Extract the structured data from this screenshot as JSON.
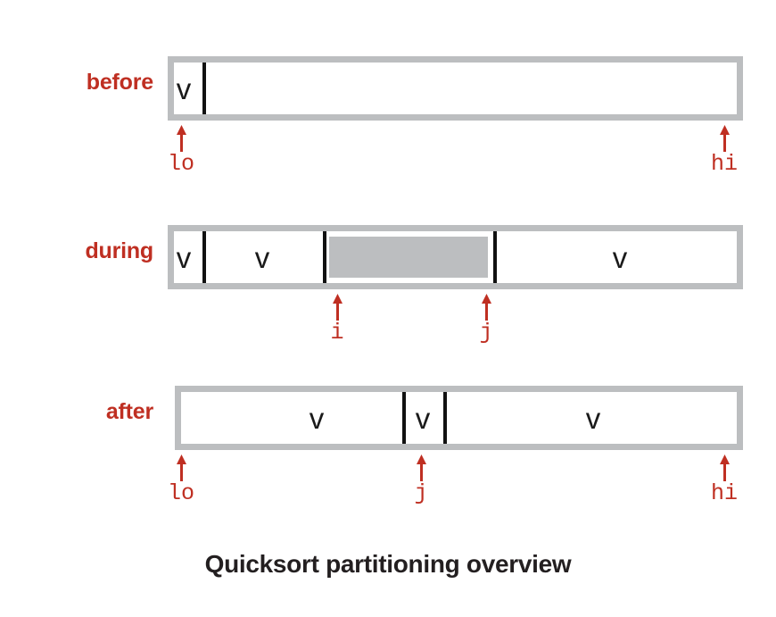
{
  "figure": {
    "caption": "Quicksort partitioning overview",
    "accent_color": "#bf2f22",
    "bar_border_color": "#bcbec0",
    "gray_block_color": "#bcbec0",
    "divider_color": "#111111",
    "caption_color": "#231f20"
  },
  "rows": [
    {
      "label": "before",
      "cells": [
        {
          "glyph": "v"
        }
      ],
      "markers": [
        {
          "label": "lo"
        },
        {
          "label": "hi"
        }
      ]
    },
    {
      "label": "during",
      "cells": [
        {
          "glyph": "v"
        },
        {
          "glyph": "v"
        },
        {
          "glyph": ""
        },
        {
          "glyph": "v"
        }
      ],
      "markers": [
        {
          "label": "i"
        },
        {
          "label": "j"
        }
      ]
    },
    {
      "label": "after",
      "cells": [
        {
          "glyph": "v"
        },
        {
          "glyph": "v"
        },
        {
          "glyph": "v"
        }
      ],
      "markers": [
        {
          "label": "lo"
        },
        {
          "label": "j"
        },
        {
          "label": "hi"
        }
      ]
    }
  ]
}
